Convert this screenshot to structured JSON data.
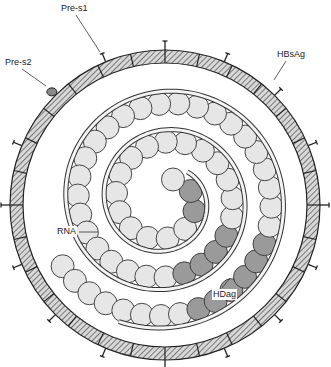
{
  "diagram": {
    "labels": [
      "Pre-s1",
      "Pre-s2",
      "HBsAg",
      "RNA",
      "HDag"
    ]
  }
}
